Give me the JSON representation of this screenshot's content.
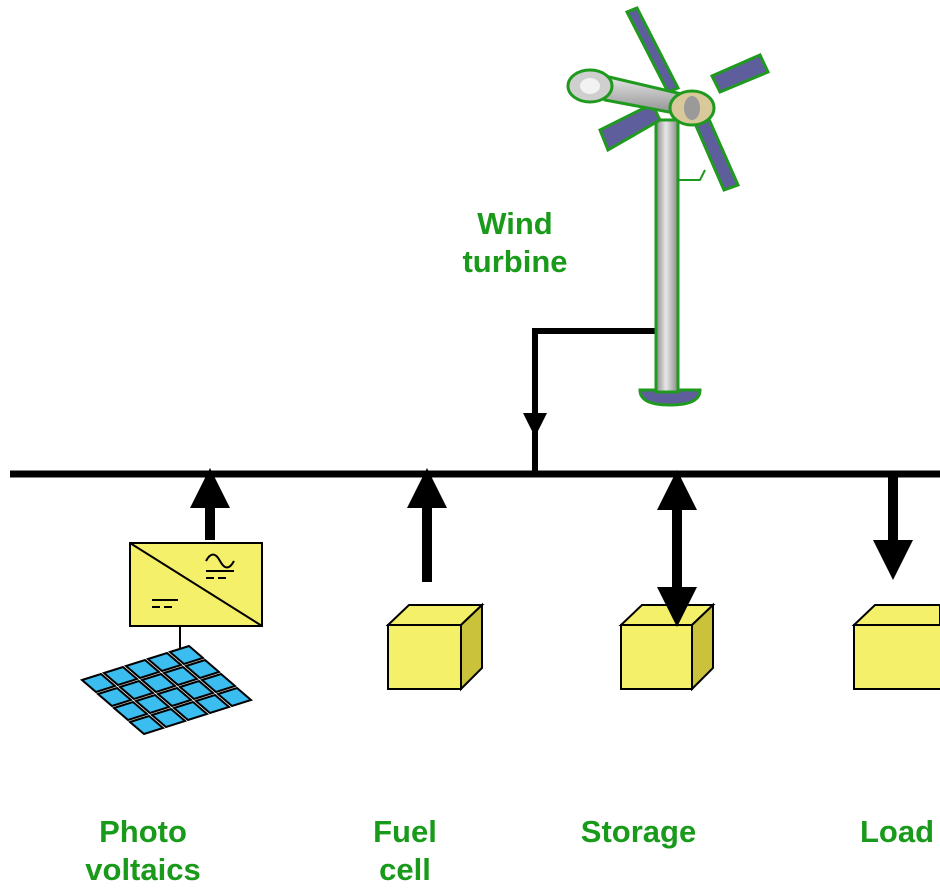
{
  "colors": {
    "label": "#1a9a1a",
    "bus": "#000000",
    "box_fill": "#f5f06a",
    "box_side": "#c9c23a",
    "panel": "#3bbdf0",
    "turbine_outline": "#1f9a1f",
    "turbine_blade": "#5e5e9c",
    "turbine_body": "#b8b8b8"
  },
  "wind_turbine": {
    "label_line1": "Wind",
    "label_line2": "turbine"
  },
  "photovoltaics": {
    "label_line1": "Photo",
    "label_line2": "voltaics"
  },
  "fuel_cell": {
    "label_line1": "Fuel",
    "label_line2": "cell"
  },
  "storage": {
    "label": "Storage"
  },
  "load": {
    "label": "Load"
  },
  "icons": [
    "wind-turbine-icon",
    "solar-panel-icon",
    "inverter-icon",
    "fuel-cell-box-icon",
    "storage-box-icon",
    "load-box-icon"
  ]
}
